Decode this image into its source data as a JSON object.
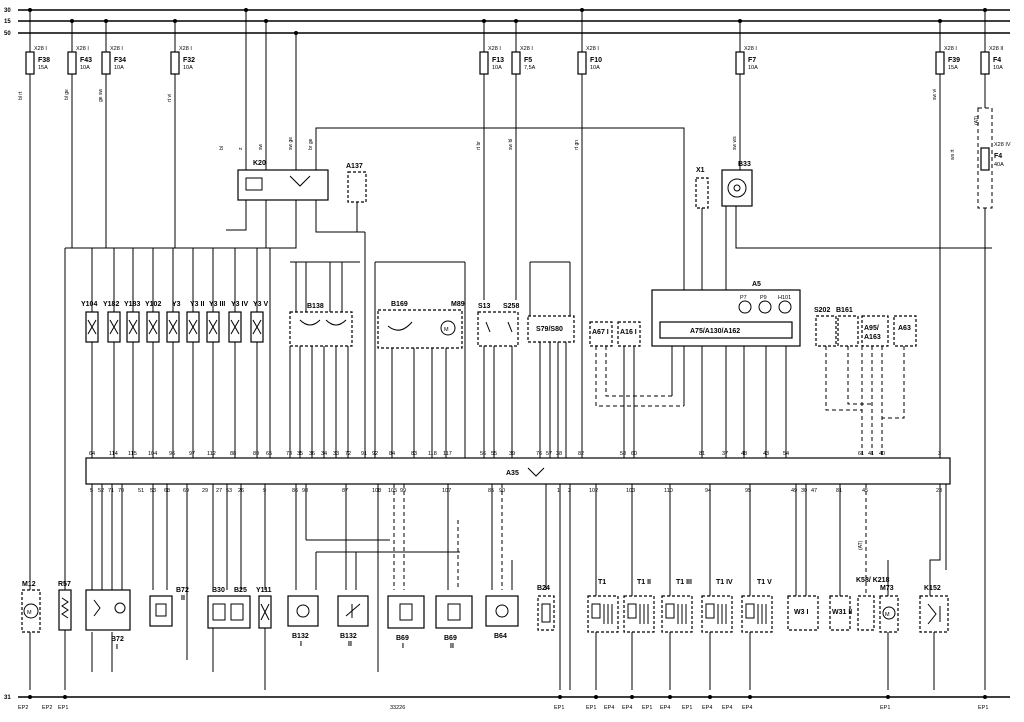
{
  "rails": [
    "30",
    "15",
    "50",
    "31"
  ],
  "fuses": [
    {
      "name": "F38",
      "rating": "15A",
      "holder": "X28 I",
      "wire": "bl rt"
    },
    {
      "name": "F43",
      "rating": "10A",
      "holder": "X28 I",
      "wire": "bl ge"
    },
    {
      "name": "F34",
      "rating": "10A",
      "holder": "X28 I",
      "wire": "ge sw"
    },
    {
      "name": "F32",
      "rating": "10A",
      "holder": "X28 I",
      "wire": "rt vi"
    },
    {
      "name": "F13",
      "rating": "10A",
      "holder": "X28 I",
      "wire": "rt br"
    },
    {
      "name": "F5",
      "rating": "7,5A",
      "holder": "X28 I",
      "wire": "sw bl"
    },
    {
      "name": "F10",
      "rating": "10A",
      "holder": "X28 I",
      "wire": "rt gn"
    },
    {
      "name": "F7",
      "rating": "10A",
      "holder": "X28 I",
      "wire": "sw ws"
    },
    {
      "name": "F39",
      "rating": "15A",
      "holder": "X28 I",
      "wire": "sw vi"
    },
    {
      "name": "F4",
      "rating": "10A",
      "holder": "X28 II",
      "wire": "ws rt"
    },
    {
      "name": "F4",
      "rating": "40A",
      "holder": "X28 IV",
      "wire": "(AT)"
    }
  ],
  "components": {
    "k20": "K20",
    "a137": "A137",
    "x1": "X1",
    "b33": "B33",
    "a5": "A5",
    "a5_sub": "A75/A130/A162",
    "p7": "P7",
    "p9": "P9",
    "h101": "H101",
    "valves": [
      "Y104",
      "Y182",
      "Y183",
      "Y102",
      "Y3",
      "Y3 II",
      "Y3 III",
      "Y3 IV",
      "Y3 V"
    ],
    "b138": "B138",
    "b169": "B169",
    "m89": "M89",
    "s13": "S13",
    "s258": "S258",
    "s79": "S79/S80",
    "a67": "A67 I",
    "a16": "A16 I",
    "s202": "S202",
    "b161": "B161",
    "a95": "A95/",
    "a163": "A163",
    "a63": "A63",
    "a35": "A35",
    "m12": "M12",
    "r57": "R57",
    "b72a": "B72",
    "b72a_sub": "I",
    "b72b": "B72",
    "b72b_sub": "II",
    "b30": "B30",
    "b25": "B25",
    "y111": "Y111",
    "b132a": "B132",
    "b132a_sub": "I",
    "b132b": "B132",
    "b132b_sub": "II",
    "b69a": "B69",
    "b69a_sub": "I",
    "b69b": "B69",
    "b69b_sub": "II",
    "b64": "B64",
    "b24": "B24",
    "t1": [
      "T1",
      "T1 II",
      "T1 III",
      "T1 IV",
      "T1 V"
    ],
    "w3": "W3 I",
    "w31": "W31 II",
    "k58": "K58/ K218",
    "m73": "M73",
    "k152": "K152"
  },
  "a35_pins_top": [
    "64",
    "114",
    "115",
    "104",
    "96",
    "97",
    "112",
    "88",
    "89",
    "65",
    "73",
    "35",
    "36",
    "34",
    "33",
    "72",
    "91",
    "92",
    "84",
    "83",
    "118",
    "117",
    "56",
    "55",
    "39",
    "76",
    "57",
    "38",
    "82",
    "58",
    "60",
    "81",
    "37",
    "48",
    "43",
    "54",
    "61",
    "41",
    "40",
    "3"
  ],
  "a35_pins_bottom": [
    "5",
    "52",
    "71",
    "70",
    "51",
    "53",
    "68",
    "69",
    "29",
    "27",
    "53",
    "26",
    "9",
    "86",
    "98",
    "87",
    "108",
    "105",
    "99",
    "107",
    "85",
    "90",
    "1",
    "2",
    "102",
    "103",
    "110",
    "94",
    "95",
    "49",
    "30",
    "47",
    "81",
    "45",
    "23"
  ],
  "grounds": [
    "EP2",
    "EP2",
    "EP1",
    "EP1",
    "EP1",
    "EP4",
    "EP4",
    "EP1",
    "EP4",
    "EP1",
    "EP4",
    "EP4",
    "EP4",
    "EP1",
    "EP1"
  ],
  "drawing_number": "33226",
  "at_label": "(AT)"
}
